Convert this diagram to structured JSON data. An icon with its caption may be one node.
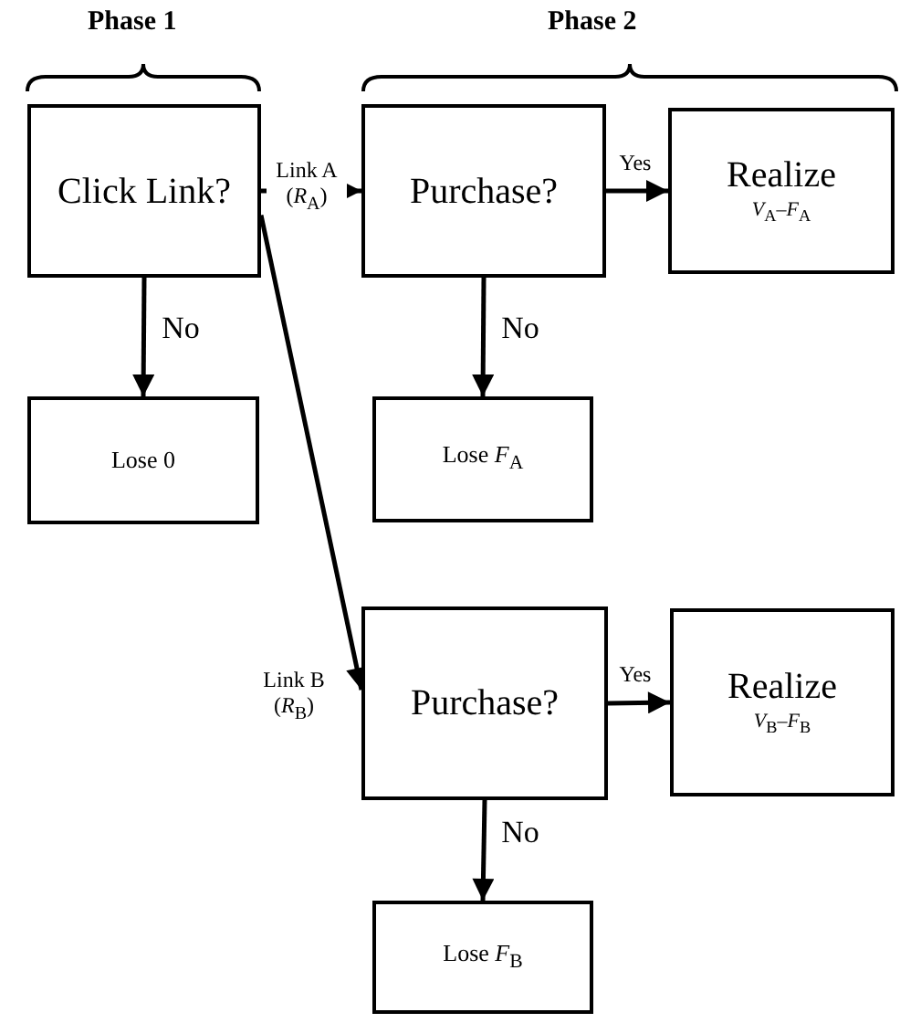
{
  "diagram": {
    "nodes": [
      {
        "text": [
          "Click Link?"
        ]
      },
      {
        "text": [
          "Purchase?"
        ]
      },
      {
        "text": [
          "Realize",
          "*V*$_{A}$–*F*$_{A}$"
        ]
      },
      {
        "text": [
          "Lose 0"
        ]
      },
      {
        "text": [
          "Lose *F*$_{A}$"
        ]
      },
      {
        "text": [
          "Purchase?"
        ]
      },
      {
        "text": [
          "Realize",
          "*V*$_{B}$–*F*$_{B}$"
        ]
      },
      {
        "text": [
          "Lose *F*$_{B}$"
        ]
      }
    ],
    "edges": [
      {
        "from": 0,
        "to": 1,
        "arrow": "to",
        "label": "Link A (*R*$_{A}$)"
      },
      {
        "from": 0,
        "to": 5,
        "arrow": "to",
        "label": "Link B (*R*$_{B}$)"
      },
      {
        "from": 0,
        "to": 3,
        "arrow": "to",
        "label": "No"
      },
      {
        "from": 1,
        "to": 2,
        "arrow": "to",
        "label": "Yes"
      },
      {
        "from": 1,
        "to": 4,
        "arrow": "to",
        "label": "No"
      },
      {
        "from": 5,
        "to": 6,
        "arrow": "to",
        "label": "Yes"
      },
      {
        "from": 5,
        "to": 7,
        "arrow": "to",
        "label": "No"
      }
    ],
    "labels": [
      "Phase 1",
      "Phase 2"
    ]
  }
}
